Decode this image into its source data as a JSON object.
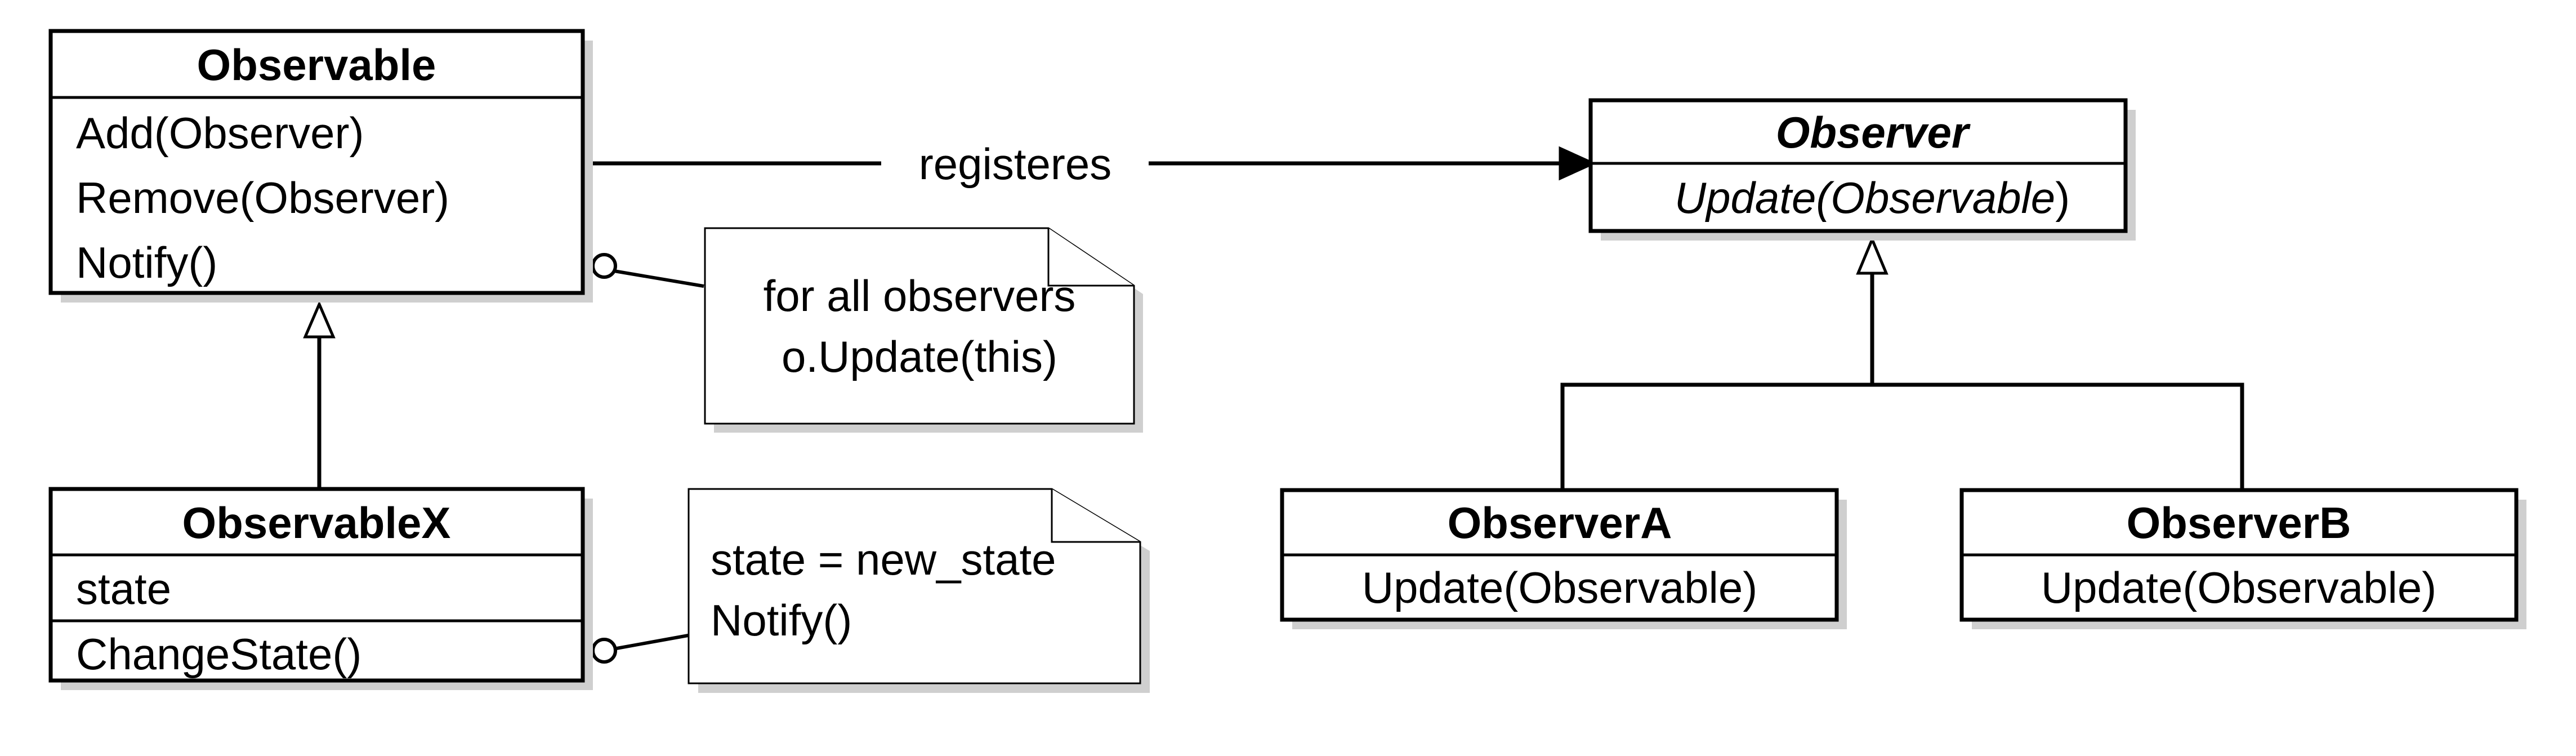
{
  "classes": {
    "observable": {
      "name": "Observable",
      "methods": [
        "Add(Observer)",
        "Remove(Observer)",
        "Notify()"
      ]
    },
    "observable_x": {
      "name": "ObservableX",
      "attributes": [
        "state"
      ],
      "methods": [
        "ChangeState()"
      ]
    },
    "observer": {
      "name": "Observer",
      "method_italic": "Update(Observable",
      "method_tail": ")"
    },
    "observer_a": {
      "name": "ObserverA",
      "methods": [
        "Update(Observable)"
      ]
    },
    "observer_b": {
      "name": "ObserverB",
      "methods": [
        "Update(Observable)"
      ]
    }
  },
  "association_label": "registeres",
  "notes": {
    "notify_note": [
      "for all observers",
      "o.Update(this)"
    ],
    "change_note": [
      "state = new_state",
      "Notify()"
    ]
  }
}
